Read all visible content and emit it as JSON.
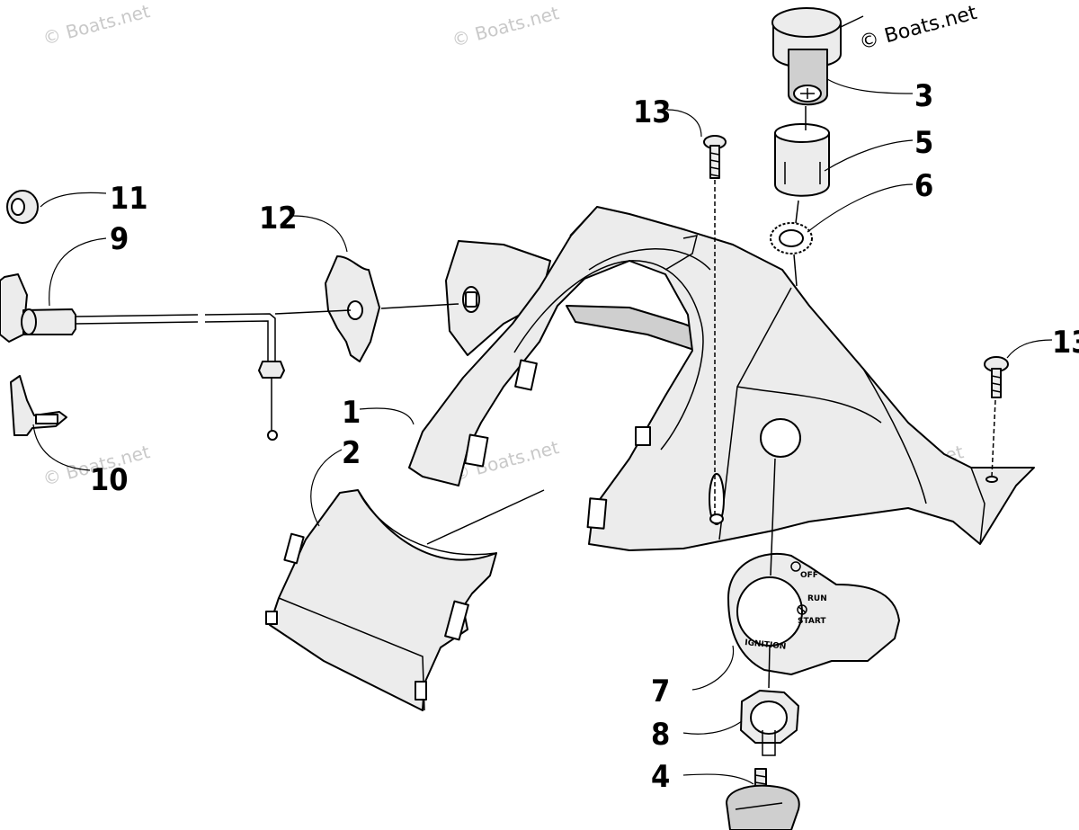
{
  "watermark": {
    "text": "© Boats.net",
    "primary_text": "© Boats.net"
  },
  "callouts": {
    "c1": "1",
    "c2": "2",
    "c3": "3",
    "c4": "4",
    "c5": "5",
    "c6": "6",
    "c7": "7",
    "c8": "8",
    "c9": "9",
    "c10": "10",
    "c11": "11",
    "c12": "12",
    "c13a": "13",
    "c13b": "13"
  },
  "ignition_plate": {
    "label": "IGNITION",
    "off": "OFF",
    "run": "RUN",
    "start": "START"
  },
  "colors": {
    "line": "#000000",
    "part_fill": "#ececec",
    "watermark": "#c9c9c9"
  }
}
